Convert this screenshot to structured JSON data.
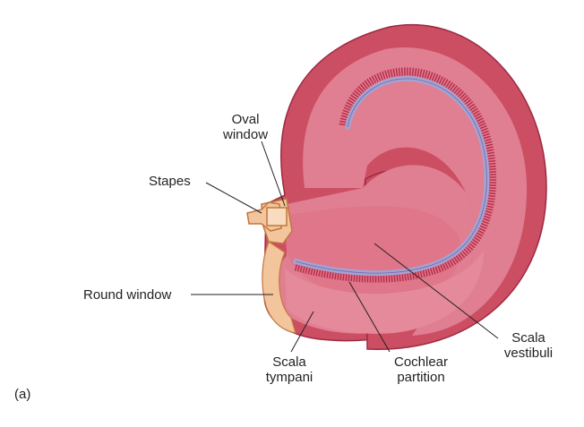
{
  "labels": {
    "oval_window": [
      "Oval",
      "window"
    ],
    "stapes": "Stapes",
    "round_window": "Round window",
    "scala_tympani": [
      "Scala",
      "tympani"
    ],
    "cochlear_partition": [
      "Cochlear",
      "partition"
    ],
    "scala_vestibuli": [
      "Scala",
      "vestibuli"
    ],
    "panel": "(a)"
  },
  "colors": {
    "outer_wall": "#cc4e63",
    "fluid": "#e07f91",
    "inner_lumen": "#dd6b80",
    "membrane": "#a5a2d2",
    "hair_cells": "#b92d4b",
    "bone": "#f2c59c",
    "bone_outline": "#c2763d",
    "leader_line": "#231f20"
  }
}
